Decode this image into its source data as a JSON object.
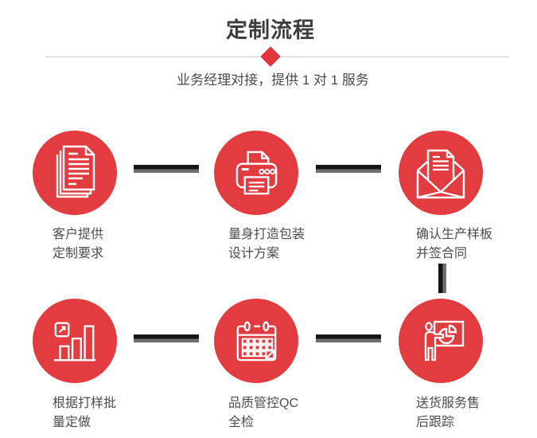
{
  "header": {
    "title": "定制流程",
    "subtitle": "业务经理对接，提供 1 对 1 服务"
  },
  "steps": [
    {
      "icon": "documents-icon",
      "label": "客户提供\n定制要求"
    },
    {
      "icon": "printer-icon",
      "label": "量身打造包装\n设计方案"
    },
    {
      "icon": "envelope-icon",
      "label": "确认生产样板\n并签合同"
    },
    {
      "icon": "bar-chart-icon",
      "label": "根据打样批\n量定做"
    },
    {
      "icon": "calendar-icon",
      "label": "品质管控QC\n全检"
    },
    {
      "icon": "presentation-icon",
      "label": "送货服务售\n后跟踪"
    }
  ],
  "colors": {
    "accent_red": "#e23c40",
    "diamond_red": "#e1343b",
    "title_text": "#3d3d3d",
    "label_text": "#4c4c4c",
    "divider_line": "#cccccc",
    "connector_dark": "#151515",
    "connector_gray": "#6e6e6e",
    "icon_stroke": "#ffffff"
  }
}
